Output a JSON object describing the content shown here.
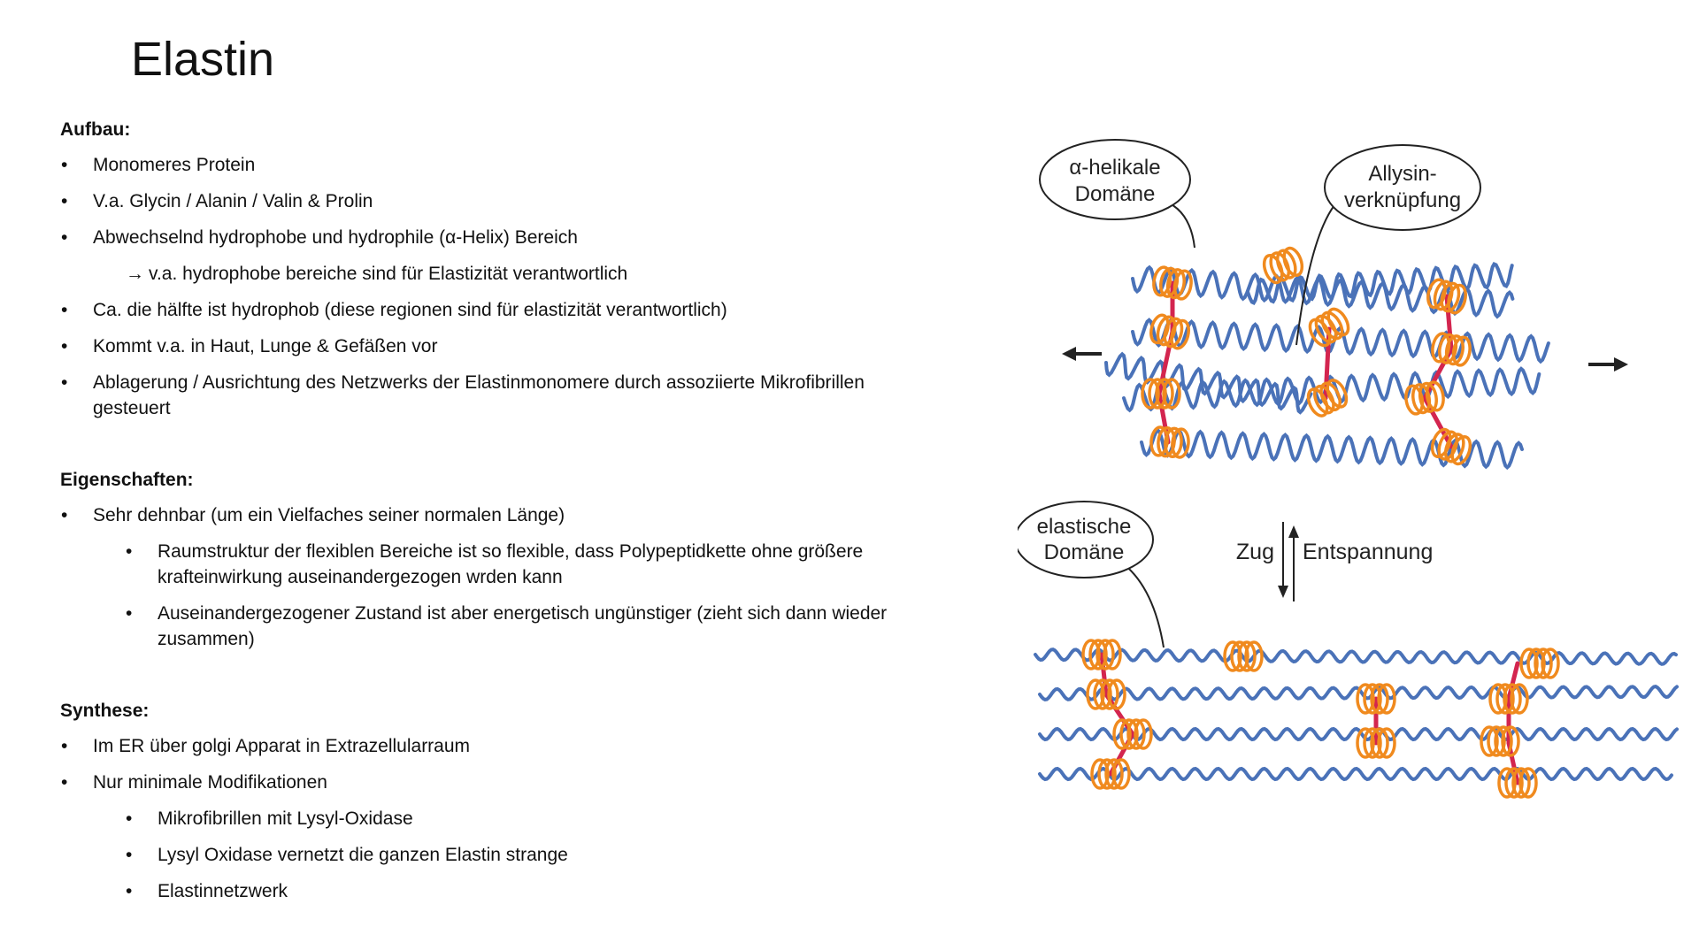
{
  "slide": {
    "title": "Elastin"
  },
  "sections": [
    {
      "heading": "Aufbau:",
      "items": [
        {
          "level": 1,
          "text": "Monomeres Protein"
        },
        {
          "level": 1,
          "text": "V.a. Glycin / Alanin / Valin & Prolin"
        },
        {
          "level": 1,
          "text": "Abwechselnd hydrophobe und hydrophile (α-Helix) Bereich"
        },
        {
          "level": "arrow",
          "text": "v.a. hydrophobe bereiche sind für Elastizität verantwortlich"
        },
        {
          "level": 1,
          "text": "Ca. die hälfte ist hydrophob (diese regionen sind für elastizität verantwortlich)"
        },
        {
          "level": 1,
          "text": "Kommt v.a. in Haut, Lunge & Gefäßen vor"
        },
        {
          "level": 1,
          "text": "Ablagerung / Ausrichtung des Netzwerks der Elastinmonomere durch assoziierte Mikrofibrillen gesteuert"
        }
      ]
    },
    {
      "heading": "Eigenschaften:",
      "items": [
        {
          "level": 1,
          "text": "Sehr dehnbar (um ein Vielfaches seiner normalen Länge)"
        },
        {
          "level": 2,
          "text": "Raumstruktur der flexiblen Bereiche ist so flexible, dass Polypeptidkette ohne größere krafteinwirkung auseinandergezogen wrden kann"
        },
        {
          "level": 2,
          "text": "Auseinandergezogener Zustand ist aber energetisch ungünstiger (zieht sich dann wieder zusammen)"
        }
      ]
    },
    {
      "heading": "Synthese:",
      "items": [
        {
          "level": 1,
          "text": "Im ER über golgi Apparat in Extrazellularraum"
        },
        {
          "level": 1,
          "text": "Nur minimale Modifikationen"
        },
        {
          "level": 2,
          "text": "Mikrofibrillen mit Lysyl-Oxidase"
        },
        {
          "level": 2,
          "text": "Lysyl Oxidase vernetzt die ganzen Elastin strange"
        },
        {
          "level": 2,
          "text": "Elastinnetzwerk"
        }
      ]
    }
  ],
  "figure": {
    "labels": {
      "helix_line1": "α-helikale",
      "helix_line2": "Domäne",
      "allysin_line1": "Allysin-",
      "allysin_line2": "verknüpfung",
      "elastic_line1": "elastische",
      "elastic_line2": "Domäne",
      "pull": "Zug",
      "relax": "Entspannung"
    },
    "colors": {
      "chain": "#4a72b8",
      "helix": "#f08a1e",
      "crosslink": "#d3254f",
      "arrow": "#222222"
    }
  }
}
